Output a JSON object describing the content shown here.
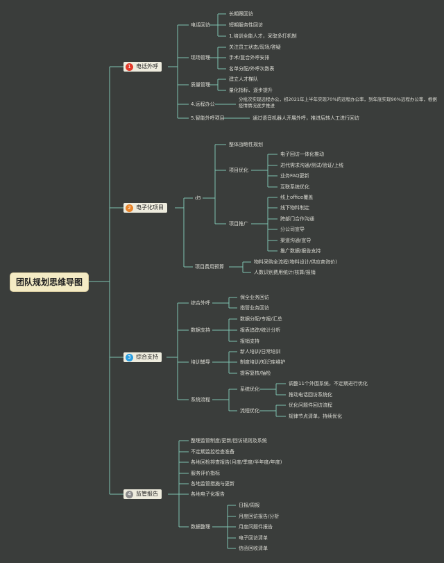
{
  "root": "团队规划思维导图",
  "branches": [
    {
      "num": "1",
      "label": "电话外呼",
      "color": "#e23a2a",
      "items": [
        {
          "label": "电话回访",
          "children": [
            "长期跟回访",
            "短期服务性回访",
            "1.培训全能人才，采取多打机制"
          ]
        },
        {
          "label": "现场管理",
          "children": [
            "关注员工状态/现场/答疑",
            "手术/复合外呼安排",
            "名单分配/外呼次数表"
          ]
        },
        {
          "label": "质量管理",
          "children": [
            "建立人才梯队",
            "量化指标、逐步提升"
          ]
        },
        {
          "label": "4.远程办公",
          "children": [
            "分批次实现远程办公，初2021年上半年实现70%的远程办公率，到年底实现90%远程办公率，根据疫情情况逐步推进"
          ]
        },
        {
          "label": "5.智能外呼项目",
          "children": [
            "通过语音机器人开展外呼，推进后转人工进行回访"
          ]
        }
      ]
    },
    {
      "num": "2",
      "label": "电子化项目",
      "color": "#e8842a",
      "mid": "d5",
      "items": [
        {
          "label": "整体战略性规划",
          "children": []
        },
        {
          "label": "项目优化",
          "children": [
            "电子回访一体化推动",
            "进代需求沟通/测试/验证/上线",
            "业务FAQ更新",
            "互联系统优化"
          ]
        },
        {
          "label": "项目推广",
          "children": [
            "线上office覆盖",
            "线下物料制定",
            "跨部门合作沟通",
            "分公司宣导",
            "渠道沟通/宣导",
            "推广数据/报告支持"
          ]
        }
      ],
      "extra": {
        "label": "项目费用预算",
        "children": [
          "物料采购全流程(物料设计/供应商询价)",
          "人数识别费用统计/核算/报销"
        ]
      }
    },
    {
      "num": "3",
      "label": "综合支持",
      "color": "#2a9ee0",
      "items": [
        {
          "label": "综合外呼",
          "children": [
            "保全业务回访",
            "指管业务回访"
          ]
        },
        {
          "label": "数据支持",
          "children": [
            "数据分配/专报/汇总",
            "报表追踪/统计分析",
            "报销支持"
          ]
        },
        {
          "label": "培训辅导",
          "children": [
            "新人培训/日常培训",
            "制度培训/知识库维护",
            "提客复核/抽检"
          ]
        },
        {
          "label": "系统流程",
          "sub": [
            {
              "label": "系统优化",
              "children": [
                "调整11个外围系统，不定期进行优化",
                "推动电话回访系统化"
              ]
            },
            {
              "label": "流程优化",
              "children": [
                "优化问题件回访流程",
                "规律节点清单，持续优化"
              ]
            }
          ]
        }
      ]
    },
    {
      "num": "4",
      "label": "监管报告",
      "color": "#8c8c8c",
      "items": [
        {
          "label": "整理监管制度/更新/回访规则及系统",
          "children": []
        },
        {
          "label": "不定期监控检查准备",
          "children": []
        },
        {
          "label": "各地回检排查报告(月度/季度/半年度/年度)",
          "children": []
        },
        {
          "label": "服务评价指标",
          "children": []
        },
        {
          "label": "各地监管措施与更新",
          "children": []
        },
        {
          "label": "各地电子化报告",
          "children": []
        },
        {
          "label": "数据整理",
          "children": [
            "日报/周报",
            "月度回访报告/分析",
            "月度问题件报告",
            "电子回访清单",
            "信函回收清单"
          ]
        }
      ]
    }
  ]
}
